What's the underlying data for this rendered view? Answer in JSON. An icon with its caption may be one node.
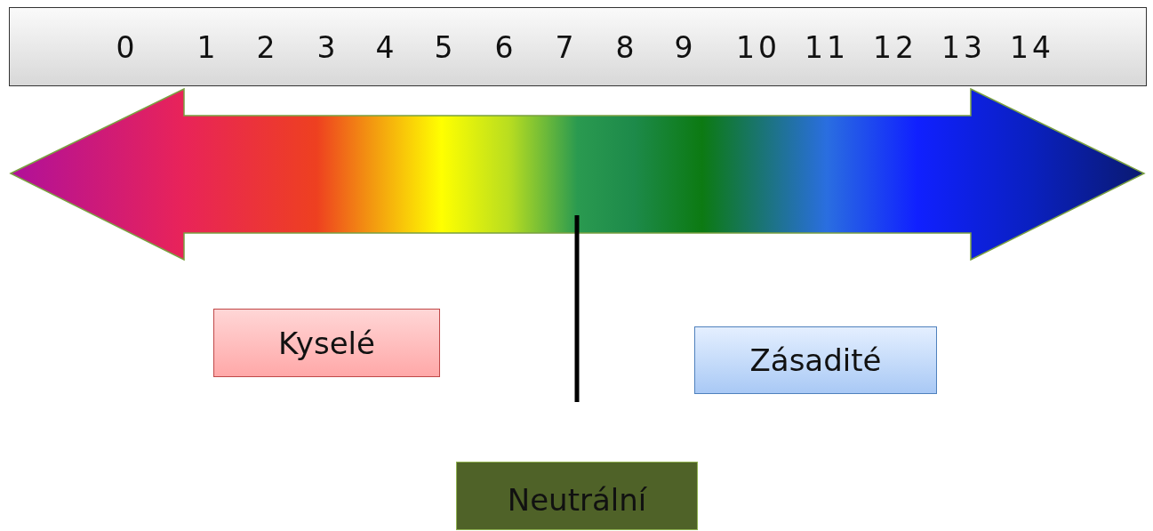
{
  "diagram": {
    "nodes": [
      {
        "text": [
          "0",
          "1",
          "2",
          "3",
          "4",
          "5",
          "6",
          "7",
          "8",
          "9",
          "10",
          "11",
          "12",
          "13",
          "14"
        ]
      },
      {
        "text": [
          "Kyselé"
        ]
      },
      {
        "text": [
          "Zásadité"
        ]
      },
      {
        "text": [
          "Neutrální"
        ]
      }
    ]
  }
}
